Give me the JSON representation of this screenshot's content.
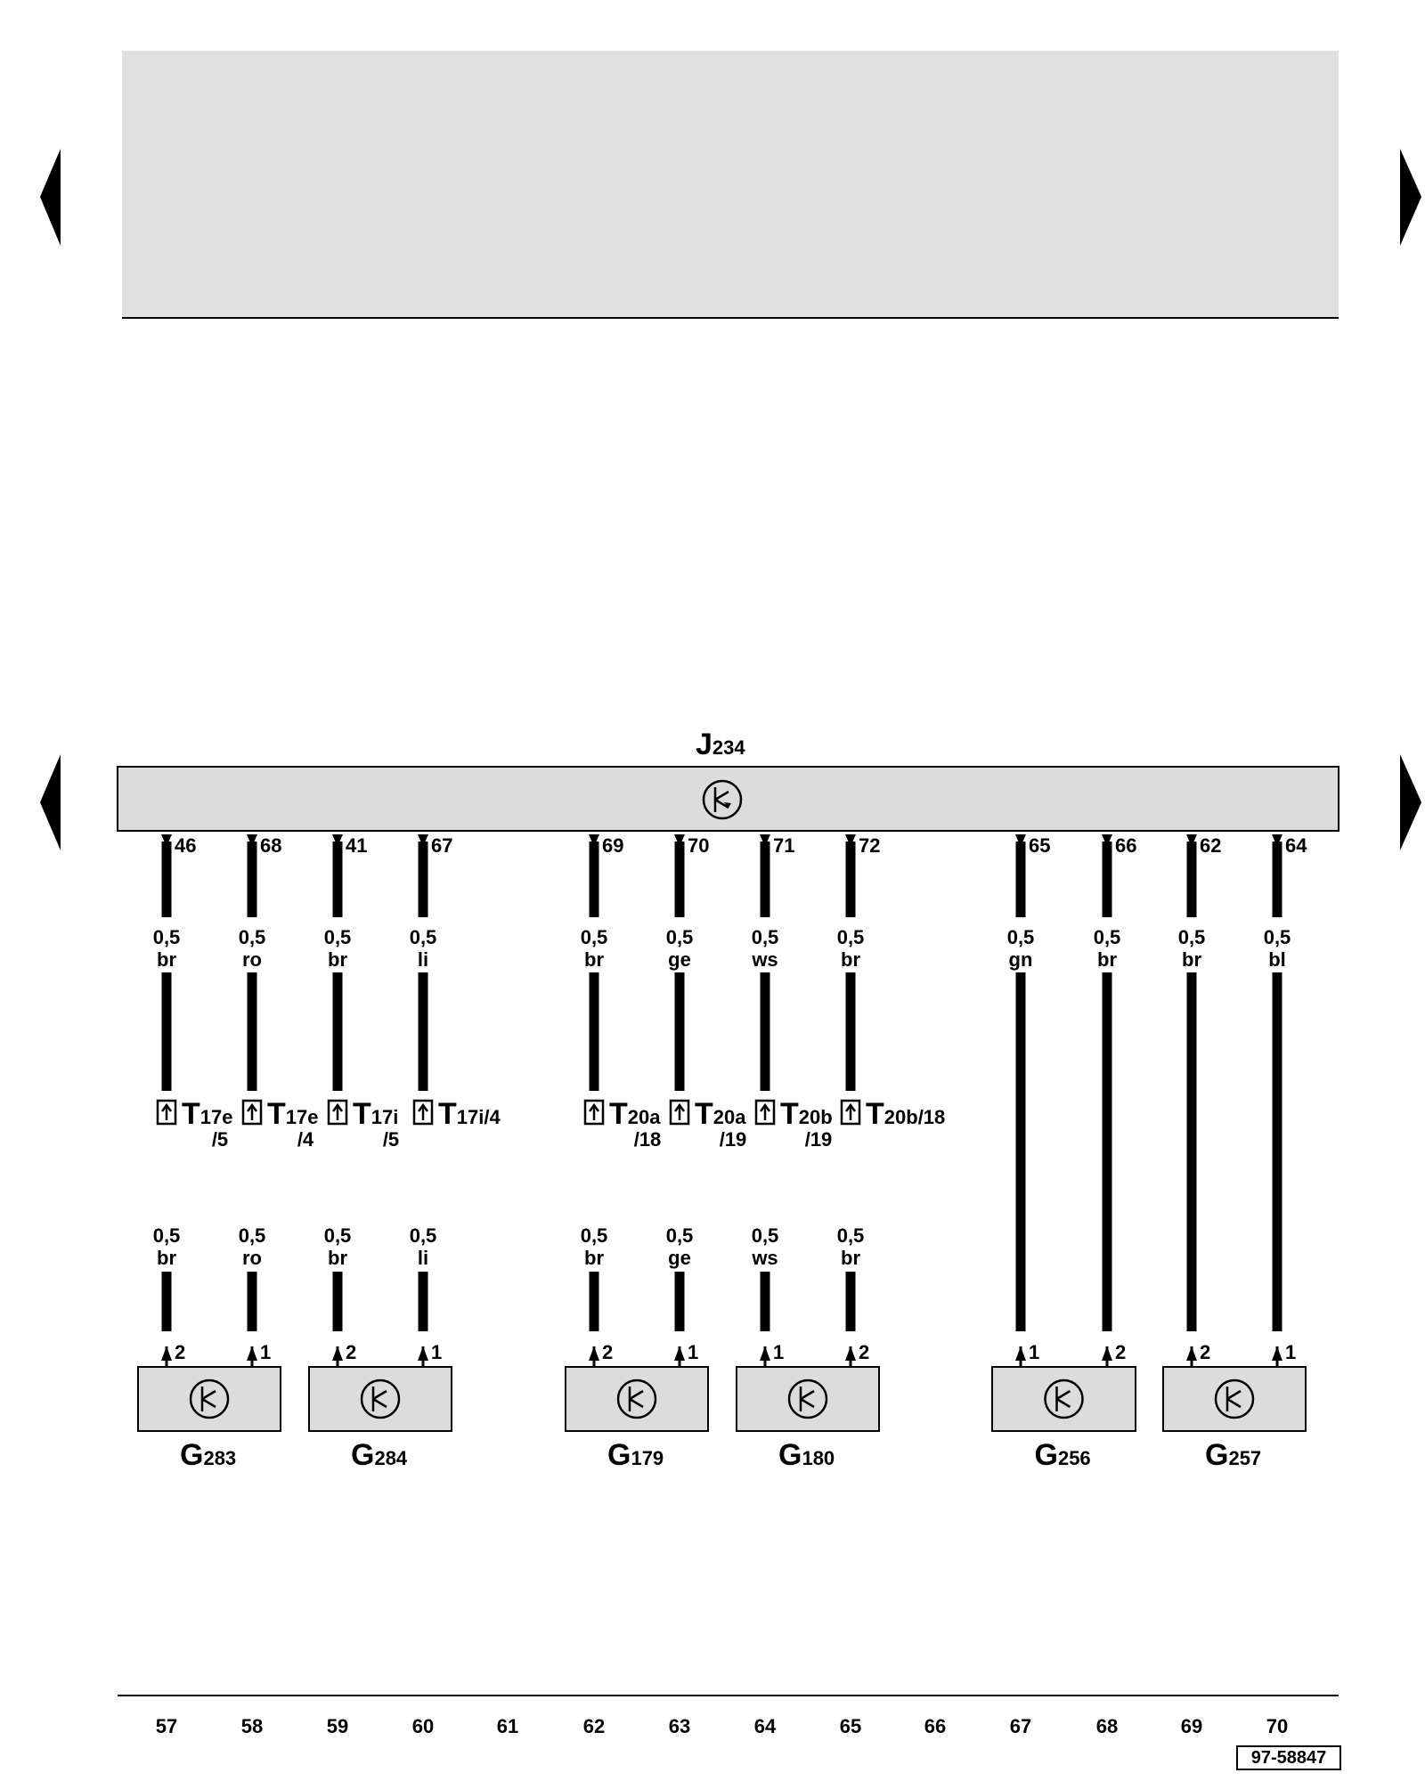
{
  "control_unit": {
    "name": "J",
    "sub": "234"
  },
  "wires": [
    {
      "col": 0,
      "pin": "46",
      "gauge": "0,5",
      "color_code": "br",
      "connector": {
        "name": "T",
        "sub": "17e",
        "pin": "/5"
      },
      "comp_pin": "2",
      "gauge2": "0,5",
      "color_code2": "br"
    },
    {
      "col": 1,
      "pin": "68",
      "gauge": "0,5",
      "color_code": "ro",
      "connector": {
        "name": "T",
        "sub": "17e",
        "pin": "/4"
      },
      "comp_pin": "1",
      "gauge2": "0,5",
      "color_code2": "ro"
    },
    {
      "col": 2,
      "pin": "41",
      "gauge": "0,5",
      "color_code": "br",
      "connector": {
        "name": "T",
        "sub": "17i",
        "pin": "/5"
      },
      "comp_pin": "2",
      "gauge2": "0,5",
      "color_code2": "br"
    },
    {
      "col": 3,
      "pin": "67",
      "gauge": "0,5",
      "color_code": "li",
      "connector": {
        "name": "T",
        "sub": "17i/4",
        "pin": ""
      },
      "comp_pin": "1",
      "gauge2": "0,5",
      "color_code2": "li"
    },
    {
      "col": 5,
      "pin": "69",
      "gauge": "0,5",
      "color_code": "br",
      "connector": {
        "name": "T",
        "sub": "20a",
        "pin": "/18"
      },
      "comp_pin": "2",
      "gauge2": "0,5",
      "color_code2": "br"
    },
    {
      "col": 6,
      "pin": "70",
      "gauge": "0,5",
      "color_code": "ge",
      "connector": {
        "name": "T",
        "sub": "20a",
        "pin": "/19"
      },
      "comp_pin": "1",
      "gauge2": "0,5",
      "color_code2": "ge"
    },
    {
      "col": 7,
      "pin": "71",
      "gauge": "0,5",
      "color_code": "ws",
      "connector": {
        "name": "T",
        "sub": "20b",
        "pin": "/19"
      },
      "comp_pin": "1",
      "gauge2": "0,5",
      "color_code2": "ws"
    },
    {
      "col": 8,
      "pin": "72",
      "gauge": "0,5",
      "color_code": "br",
      "connector": {
        "name": "T",
        "sub": "20b/18",
        "pin": ""
      },
      "comp_pin": "2",
      "gauge2": "0,5",
      "color_code2": "br"
    },
    {
      "col": 10,
      "pin": "65",
      "gauge": "0,5",
      "color_code": "gn",
      "connector": null,
      "comp_pin": "1"
    },
    {
      "col": 11,
      "pin": "66",
      "gauge": "0,5",
      "color_code": "br",
      "connector": null,
      "comp_pin": "2"
    },
    {
      "col": 12,
      "pin": "62",
      "gauge": "0,5",
      "color_code": "br",
      "connector": null,
      "comp_pin": "2"
    },
    {
      "col": 13,
      "pin": "64",
      "gauge": "0,5",
      "color_code": "bl",
      "connector": null,
      "comp_pin": "1"
    }
  ],
  "components": [
    {
      "name": "G",
      "sub": "283",
      "cols": [
        0,
        1
      ]
    },
    {
      "name": "G",
      "sub": "284",
      "cols": [
        2,
        3
      ]
    },
    {
      "name": "G",
      "sub": "179",
      "cols": [
        5,
        6
      ]
    },
    {
      "name": "G",
      "sub": "180",
      "cols": [
        7,
        8
      ]
    },
    {
      "name": "G",
      "sub": "256",
      "cols": [
        10,
        11
      ]
    },
    {
      "name": "G",
      "sub": "257",
      "cols": [
        12,
        13
      ]
    }
  ],
  "track_numbers": [
    "57",
    "58",
    "59",
    "60",
    "61",
    "62",
    "63",
    "64",
    "65",
    "66",
    "67",
    "68",
    "69",
    "70"
  ],
  "reference": "97-58847",
  "colors": {
    "panel_gray": "#e0e0e0",
    "box_gray": "#dcdcdc",
    "wire": "#000000"
  }
}
